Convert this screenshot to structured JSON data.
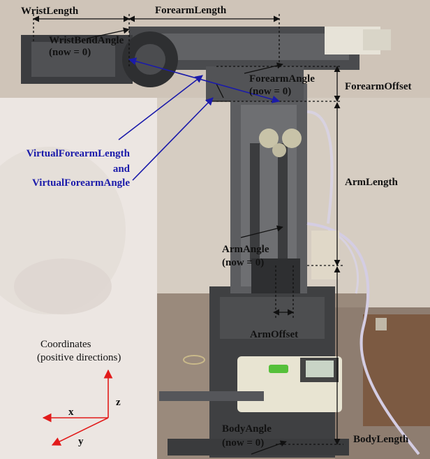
{
  "labels": {
    "wrist_length": "WristLength",
    "forearm_length": "ForearmLength",
    "wrist_bend_angle": "WristBendAngle",
    "wrist_bend_now": "(now = 0)",
    "forearm_angle": "ForearmAngle",
    "forearm_angle_now": "(now = 0)",
    "forearm_offset": "ForearmOffset",
    "virtual_line1": "VirtualForearmLength",
    "virtual_line2": "and",
    "virtual_line3": "VirtualForearmAngle",
    "arm_length": "ArmLength",
    "arm_angle": "ArmAngle",
    "arm_angle_now": "(now = 0)",
    "arm_offset": "ArmOffset",
    "coordinates_line1": "Coordinates",
    "coordinates_line2": "(positive directions)",
    "axis_x": "x",
    "axis_y": "y",
    "axis_z": "z",
    "body_angle": "BodyAngle",
    "body_angle_now": "(now = 0)",
    "body_length": "BodyLength"
  },
  "colors": {
    "axis_arrows": "#e21b1b",
    "virtual_arrows": "#1b1baa",
    "dimension_lines": "#111111",
    "wall": "#d8cfc4",
    "floor_panel": "#ece6e2",
    "robot_dark": "#3f4042",
    "robot_mid": "#6e6f72",
    "gear": "#c8c3a8"
  }
}
